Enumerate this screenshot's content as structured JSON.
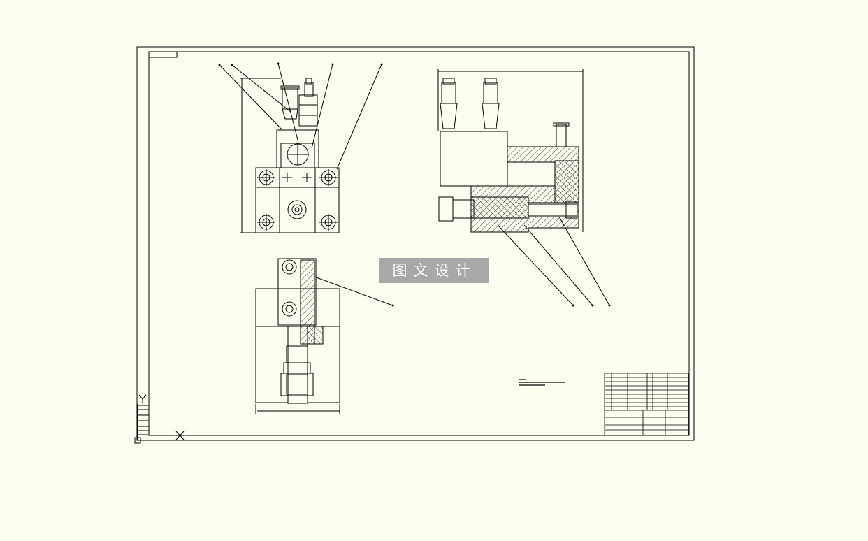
{
  "watermark": {
    "text": "图文设计"
  },
  "ucs": {
    "x_label": "X",
    "y_label": "Y"
  },
  "colors": {
    "background": "#fdfdf0",
    "lines": "#000000",
    "hatch": "#000000",
    "watermark_bg": "#a8a8a8"
  }
}
